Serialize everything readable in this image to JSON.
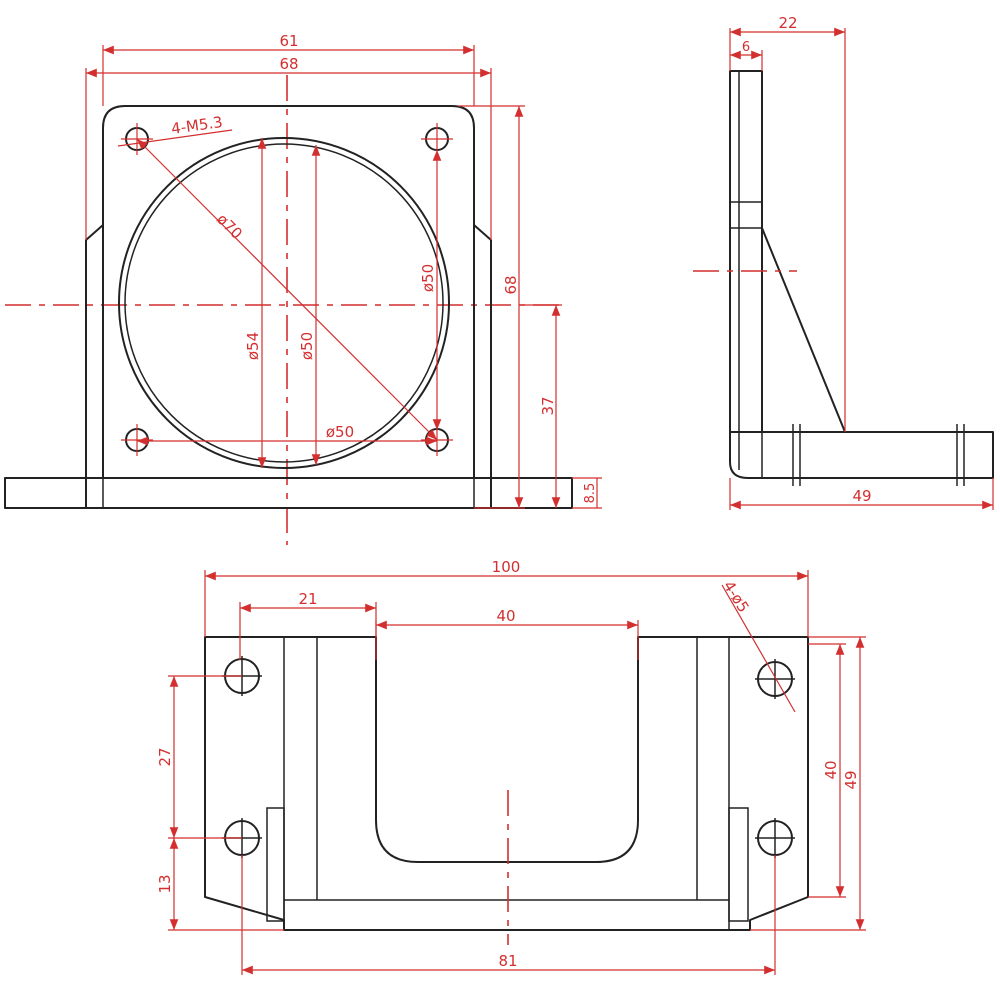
{
  "colors": {
    "outline": "#222222",
    "dimension": "#d32f2f",
    "background": "#ffffff"
  },
  "front_view": {
    "dim_61": "61",
    "dim_68_top": "68",
    "dim_68_side": "68",
    "dim_37": "37",
    "dim_8_5": "8.5",
    "hole_label": "4-M5.3",
    "dia_70": "ø70",
    "dia_54": "ø54",
    "dia_50_a": "ø50",
    "dia_50_b": "ø50",
    "dia_50_c": "ø50"
  },
  "side_view": {
    "dim_22": "22",
    "dim_6": "6",
    "dim_49": "49"
  },
  "top_view": {
    "dim_100": "100",
    "dim_21": "21",
    "dim_40_top": "40",
    "hole_label": "4-ø5",
    "dim_27": "27",
    "dim_13": "13",
    "dim_40_side": "40",
    "dim_49": "49",
    "dim_81": "81"
  }
}
